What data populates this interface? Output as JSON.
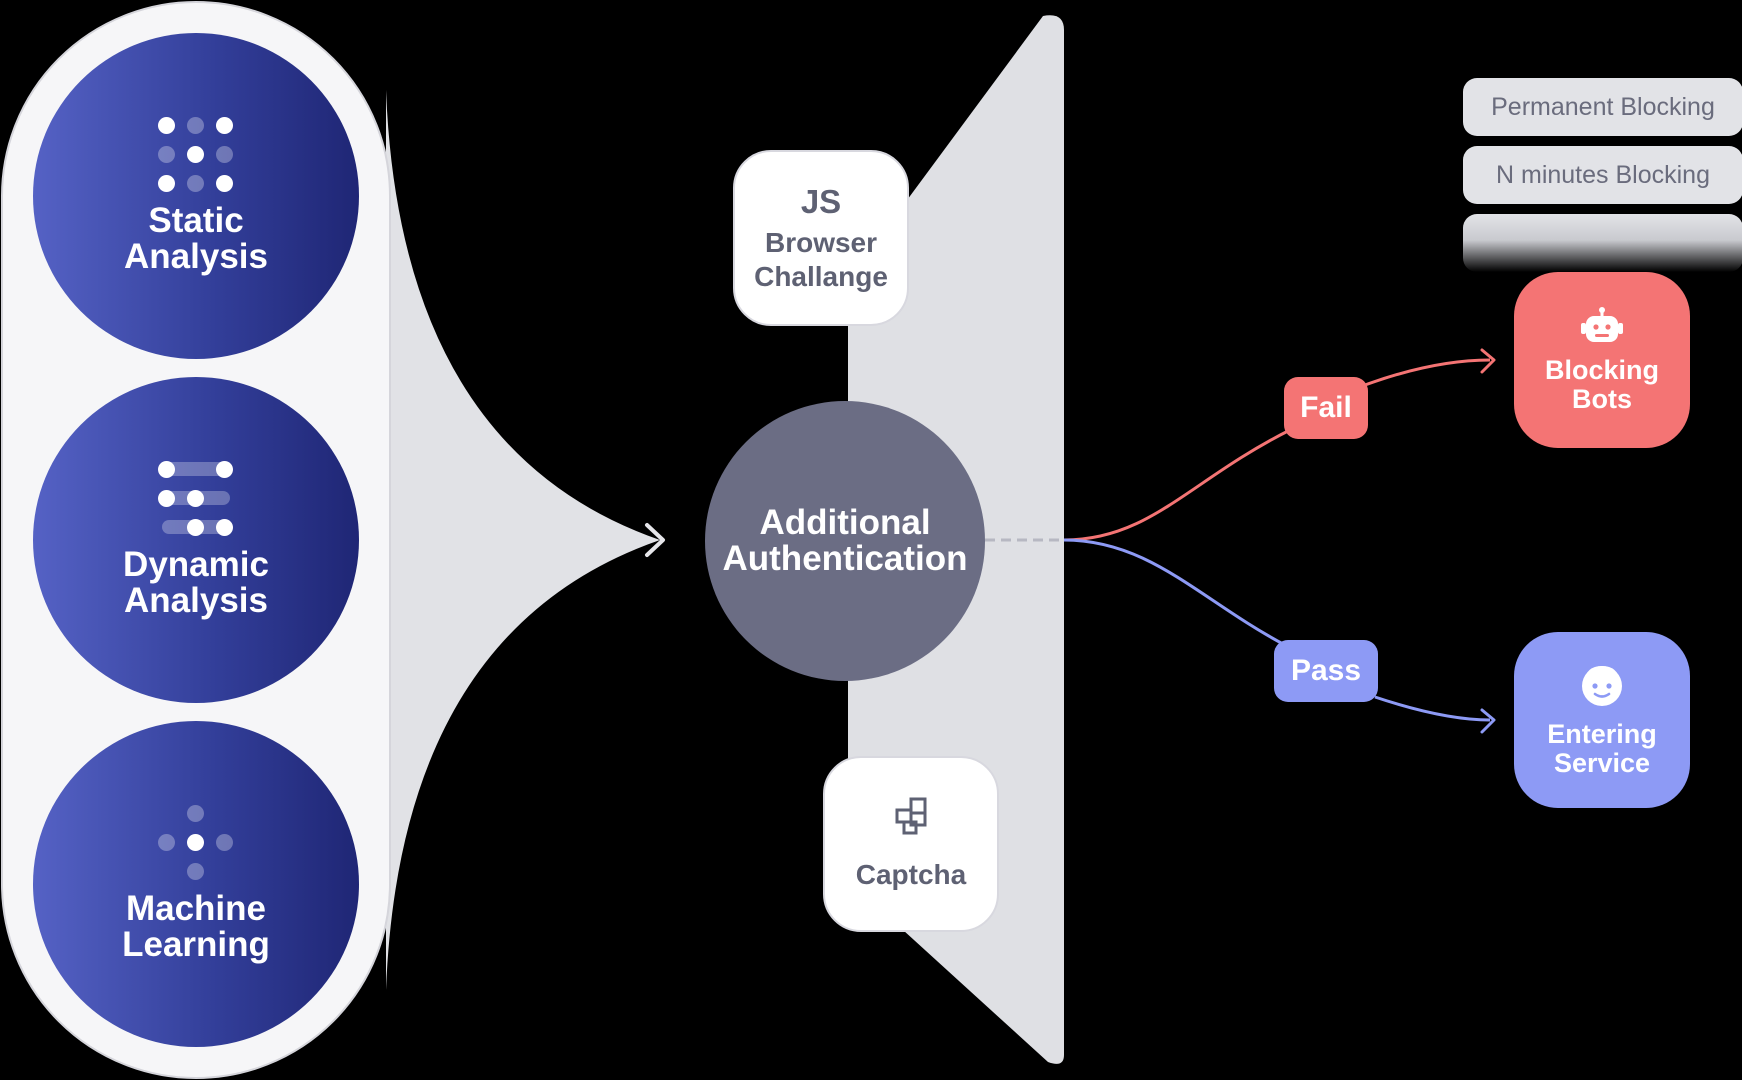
{
  "analyses": [
    {
      "label": "Static Analysis",
      "icon": "grid-dots-icon"
    },
    {
      "label": "Dynamic Analysis",
      "icon": "progress-dots-icon"
    },
    {
      "label": "Machine Learning",
      "icon": "cross-dots-icon"
    }
  ],
  "center": {
    "label": "Additional Authentication"
  },
  "js_card": {
    "title": "JS",
    "subtitle": "Browser Challange"
  },
  "captcha_card": {
    "label": "Captcha",
    "icon": "puzzle-blocks-icon"
  },
  "outcomes": {
    "fail": {
      "label": "Fail",
      "color": "#f47474"
    },
    "pass": {
      "label": "Pass",
      "color": "#8d9af5"
    }
  },
  "blocking_options": [
    "Permanent Blocking",
    "N minutes Blocking"
  ],
  "results": {
    "blocking": {
      "label": "Blocking Bots",
      "icon": "robot-icon",
      "color": "#f47474"
    },
    "entering": {
      "label": "Entering Service",
      "icon": "user-face-icon",
      "color": "#8d9af5"
    }
  }
}
